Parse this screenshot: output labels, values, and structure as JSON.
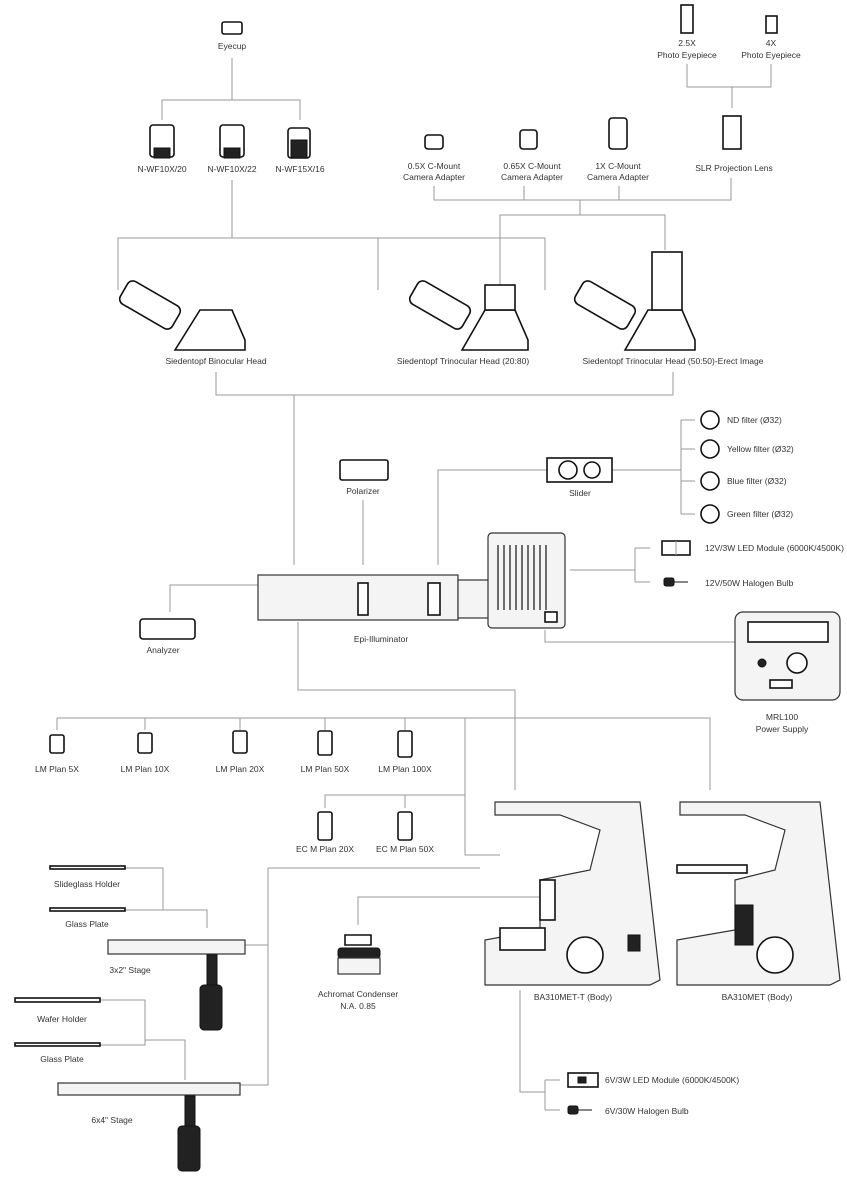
{
  "eyepieces": {
    "eyecup": "Eyecup",
    "items": [
      "N-WF10X/20",
      "N-WF10X/22",
      "N-WF15X/16"
    ]
  },
  "photo": {
    "eyepiece_25": [
      "2.5X",
      "Photo Eyepiece"
    ],
    "eyepiece_4": [
      "4X",
      "Photo Eyepiece"
    ],
    "slr": "SLR Projection Lens"
  },
  "camera_adapters": [
    [
      "0.5X C-Mount",
      "Camera Adapter"
    ],
    [
      "0.65X C-Mount",
      "Camera Adapter"
    ],
    [
      "1X C-Mount",
      "Camera Adapter"
    ]
  ],
  "heads": [
    "Siedentopf Binocular Head",
    "Siedentopf Trinocular Head (20:80)",
    "Siedentopf Trinocular Head (50:50)-Erect Image"
  ],
  "illumination": {
    "polarizer": "Polarizer",
    "slider": "Slider",
    "filters": [
      "ND filter (Ø32)",
      "Yellow filter (Ø32)",
      "Blue filter (Ø32)",
      "Green filter (Ø32)"
    ],
    "epi": "Epi-Illuminator",
    "analyzer": "Analyzer",
    "led": "12V/3W LED Module (6000K/4500K)",
    "halogen": "12V/50W Halogen Bulb",
    "power": [
      "MRL100",
      "Power Supply"
    ]
  },
  "objectives": [
    "LM Plan 5X",
    "LM Plan 10X",
    "LM Plan 20X",
    "LM Plan 50X",
    "LM Plan 100X"
  ],
  "ec_objectives": [
    "EC M Plan 20X",
    "EC M Plan 50X"
  ],
  "bodies": [
    "BA310MET-T (Body)",
    "BA310MET (Body)"
  ],
  "condenser": [
    "Achromat Condenser",
    "N.A. 0.85"
  ],
  "stages": {
    "slideglass_holder": "Slideglass Holder",
    "glass_plate_1": "Glass Plate",
    "stage_3x2": "3x2\" Stage",
    "wafer_holder": "Wafer Holder",
    "glass_plate_2": "Glass Plate",
    "stage_6x4": "6x4\" Stage"
  },
  "body_lamp": {
    "led": "6V/3W LED Module (6000K/4500K)",
    "halogen": "6V/30W Halogen Bulb"
  }
}
